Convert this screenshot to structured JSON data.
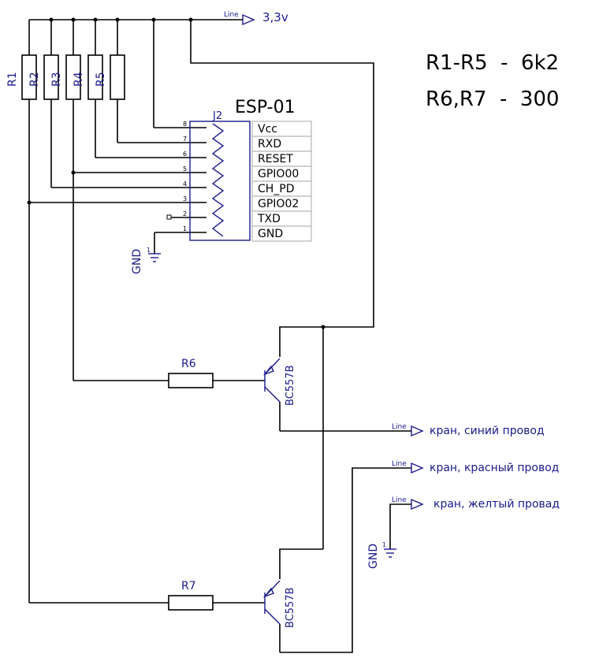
{
  "resistors_top": [
    "R1",
    "R2",
    "R3",
    "R4",
    "R5"
  ],
  "notes": [
    "R1-R5  -  6k2",
    "R6,R7  -  300"
  ],
  "power": {
    "line_tag": "Line",
    "label": "3,3v"
  },
  "esp": {
    "title": "ESP-01",
    "ref": "J2",
    "pins": [
      {
        "num": "8",
        "name": "Vcc"
      },
      {
        "num": "7",
        "name": "RXD"
      },
      {
        "num": "6",
        "name": "RESET"
      },
      {
        "num": "5",
        "name": "GPIO00"
      },
      {
        "num": "4",
        "name": "CH_PD"
      },
      {
        "num": "3",
        "name": "GPIO02"
      },
      {
        "num": "2",
        "name": "TXD"
      },
      {
        "num": "1",
        "name": "GND"
      }
    ]
  },
  "gnd_label": "GND",
  "gnd_pin": "1",
  "r6": "R6",
  "r7": "R7",
  "transistor": "BC557B",
  "outputs": [
    {
      "tag": "Line",
      "label": "кран, синий провод"
    },
    {
      "tag": "Line",
      "label": "кран, красный провод"
    },
    {
      "tag": "Line",
      "label": "кран, желтый провад"
    }
  ]
}
